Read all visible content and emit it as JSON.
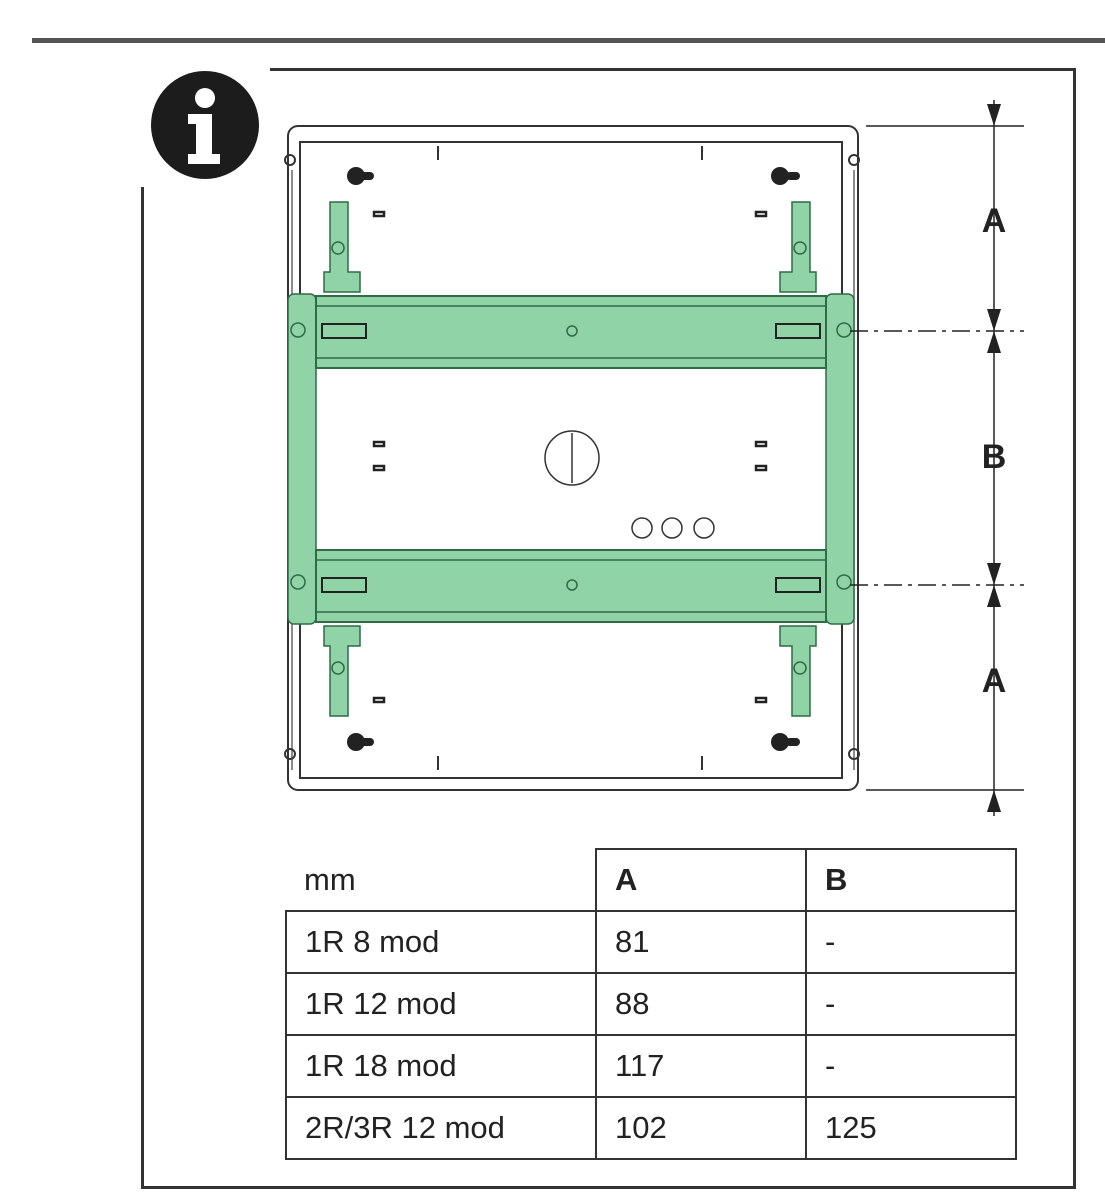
{
  "dimension_labels": {
    "top": "A",
    "middle": "B",
    "bottom": "A"
  },
  "table": {
    "unit_header": "mm",
    "columns": [
      "A",
      "B"
    ],
    "rows": [
      {
        "label": "1R 8 mod",
        "A": "81",
        "B": "-"
      },
      {
        "label": "1R 12 mod",
        "A": "88",
        "B": "-"
      },
      {
        "label": "1R 18 mod",
        "A": "117",
        "B": "-"
      },
      {
        "label": "2R/3R 12 mod",
        "A": "102",
        "B": "125"
      }
    ]
  },
  "colors": {
    "rail_green": "#8fd3a6",
    "rail_stroke": "#2f6b45",
    "outline": "#333333"
  },
  "icons": {
    "info": "info-icon"
  }
}
